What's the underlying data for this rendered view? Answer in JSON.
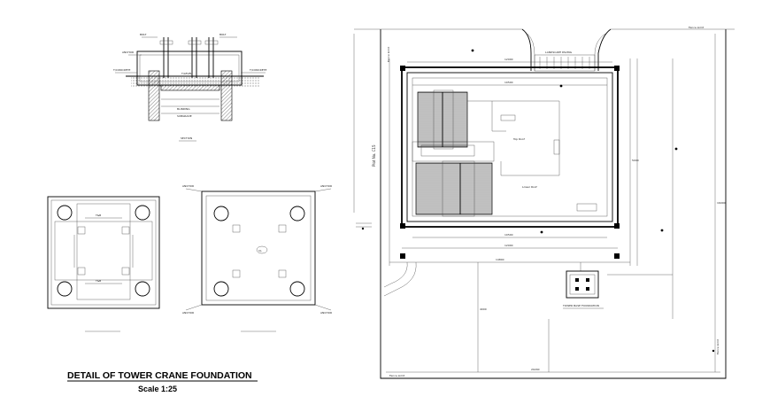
{
  "drawing": {
    "title": "DETAIL OF TOWER CRANE FOUNDATION",
    "scale": "Scale 1:25"
  },
  "site_plan": {
    "fence_top_right": "Fence Limit",
    "fence_top_left": "Fence Limit",
    "fence_bottom": "Fence Limit",
    "fence_right": "Fence Limit",
    "plot_label": "Plot No. C15",
    "top_roof": "Top Roof",
    "lower_roof": "Lower Roof",
    "tower_base": "TOWER BASE FOUNDATION",
    "driveway_note": "LANDSCAPE PAVING"
  },
  "section": {
    "label": "SECTION"
  },
  "plan_views": {
    "left_label": "",
    "right_label": "",
    "center_mark": "CL"
  }
}
